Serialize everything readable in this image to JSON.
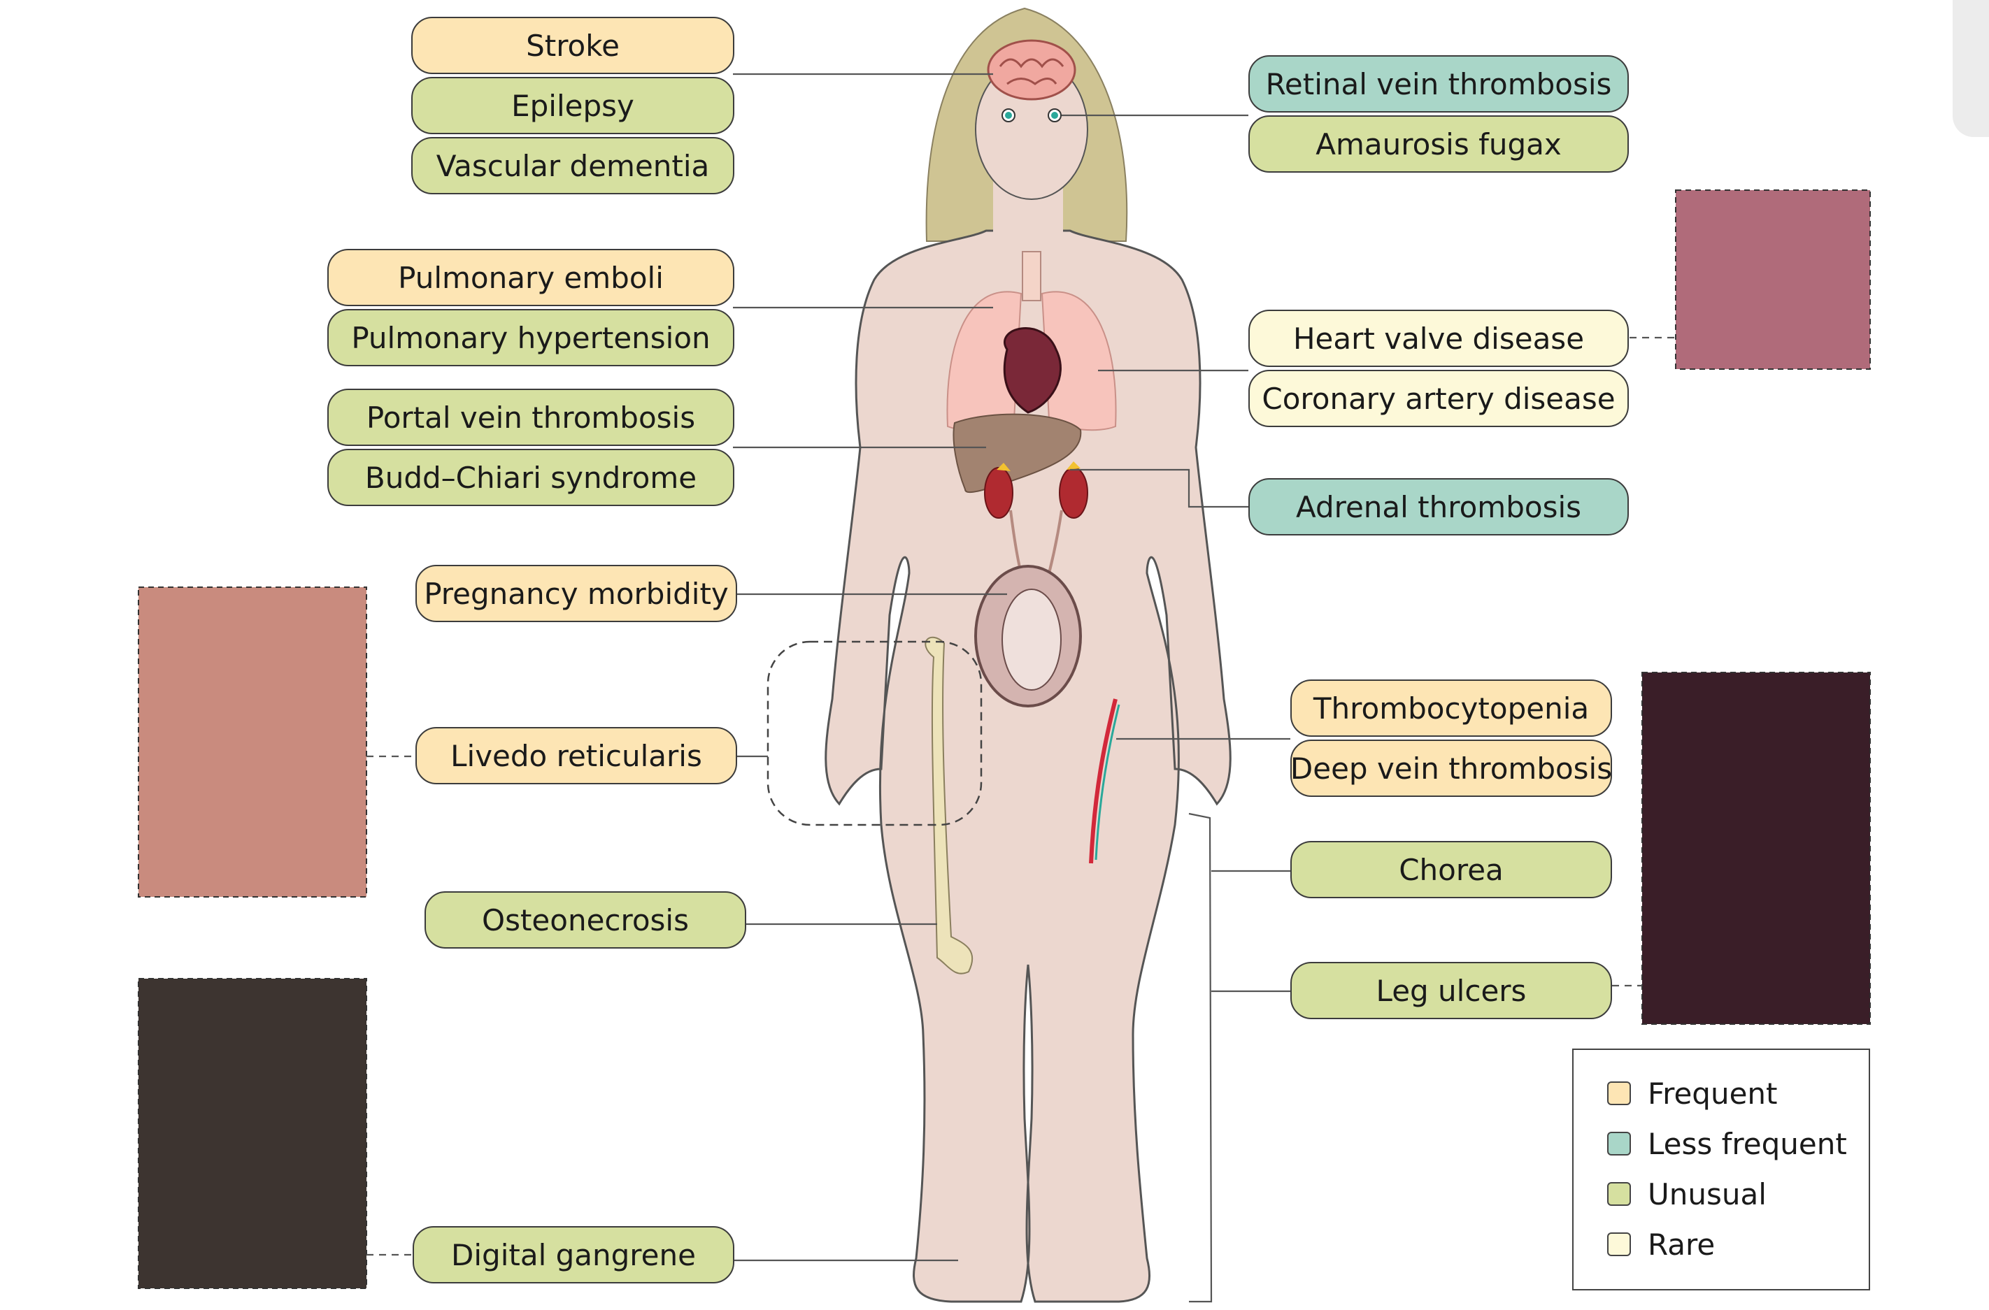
{
  "colors": {
    "frequent": "#fde5b4",
    "less_frequent": "#a9d6c8",
    "unusual": "#d6e0a0",
    "rare": "#fdf9d9"
  },
  "labels": {
    "stroke": "Stroke",
    "epilepsy": "Epilepsy",
    "vascular_dementia": "Vascular dementia",
    "retinal_vein_thrombosis": "Retinal vein thrombosis",
    "amaurosis_fugax": "Amaurosis fugax",
    "pulmonary_emboli": "Pulmonary emboli",
    "pulmonary_hypertension": "Pulmonary hypertension",
    "heart_valve_disease": "Heart valve disease",
    "coronary_artery_disease": "Coronary artery disease",
    "portal_vein_thrombosis": "Portal vein thrombosis",
    "budd_chiari": "Budd–Chiari syndrome",
    "adrenal_thrombosis": "Adrenal thrombosis",
    "pregnancy_morbidity": "Pregnancy morbidity",
    "livedo_reticularis": "Livedo reticularis",
    "thrombocytopenia": "Thrombocytopenia",
    "deep_vein_thrombosis": "Deep vein thrombosis",
    "chorea": "Chorea",
    "osteonecrosis": "Osteonecrosis",
    "leg_ulcers": "Leg ulcers",
    "digital_gangrene": "Digital gangrene"
  },
  "legend": {
    "frequent": "Frequent",
    "less_frequent": "Less frequent",
    "unusual": "Unusual",
    "rare": "Rare"
  }
}
